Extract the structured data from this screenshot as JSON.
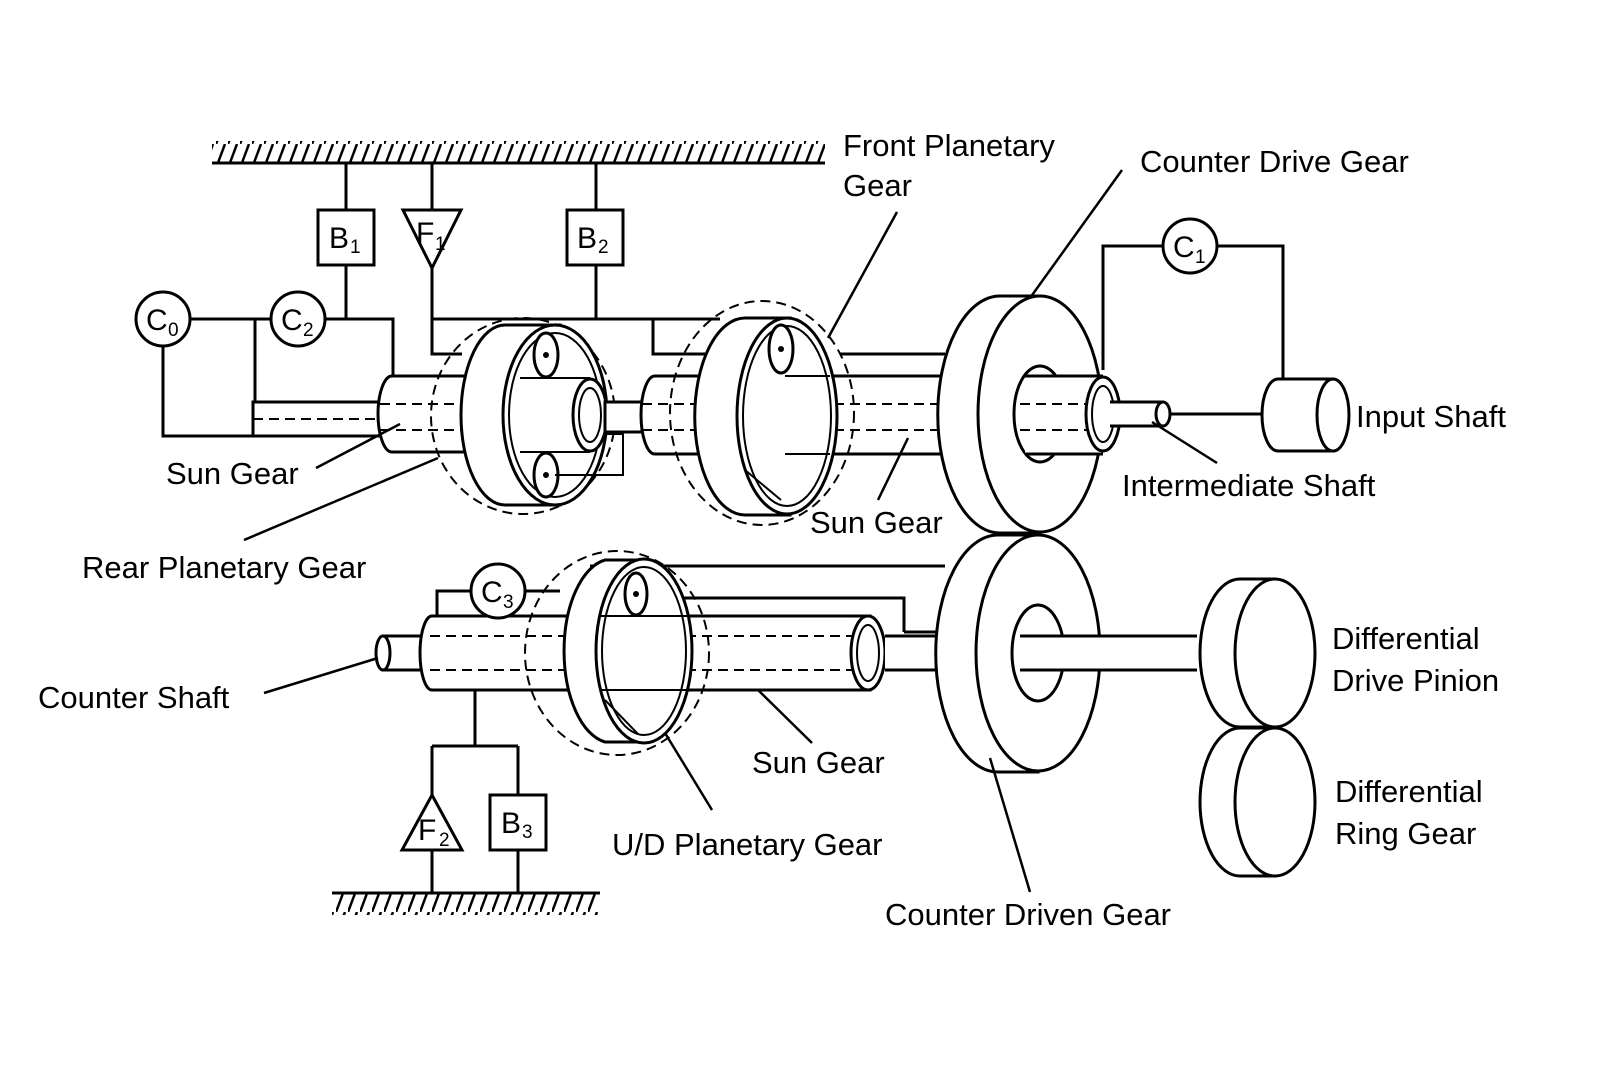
{
  "labels": {
    "front_planetary_gear_line1": "Front Planetary",
    "front_planetary_gear_line2": "Gear",
    "counter_drive_gear": "Counter Drive Gear",
    "input_shaft": "Input Shaft",
    "intermediate_shaft": "Intermediate Shaft",
    "sun_gear_rear": "Sun Gear",
    "sun_gear_front": "Sun Gear",
    "rear_planetary_gear": "Rear Planetary Gear",
    "counter_shaft": "Counter Shaft",
    "sun_gear_ud": "Sun Gear",
    "ud_planetary_gear": "U/D Planetary Gear",
    "counter_driven_gear": "Counter Driven Gear",
    "differential_drive_pinion_line1": "Differential",
    "differential_drive_pinion_line2": "Drive Pinion",
    "differential_ring_gear_line1": "Differential",
    "differential_ring_gear_line2": "Ring Gear"
  },
  "elements": {
    "b1": {
      "letter": "B",
      "sub": "1"
    },
    "b2": {
      "letter": "B",
      "sub": "2"
    },
    "b3": {
      "letter": "B",
      "sub": "3"
    },
    "f1": {
      "letter": "F",
      "sub": "1"
    },
    "f2": {
      "letter": "F",
      "sub": "2"
    },
    "c0": {
      "letter": "C",
      "sub": "0"
    },
    "c1": {
      "letter": "C",
      "sub": "1"
    },
    "c2": {
      "letter": "C",
      "sub": "2"
    },
    "c3": {
      "letter": "C",
      "sub": "3"
    }
  }
}
